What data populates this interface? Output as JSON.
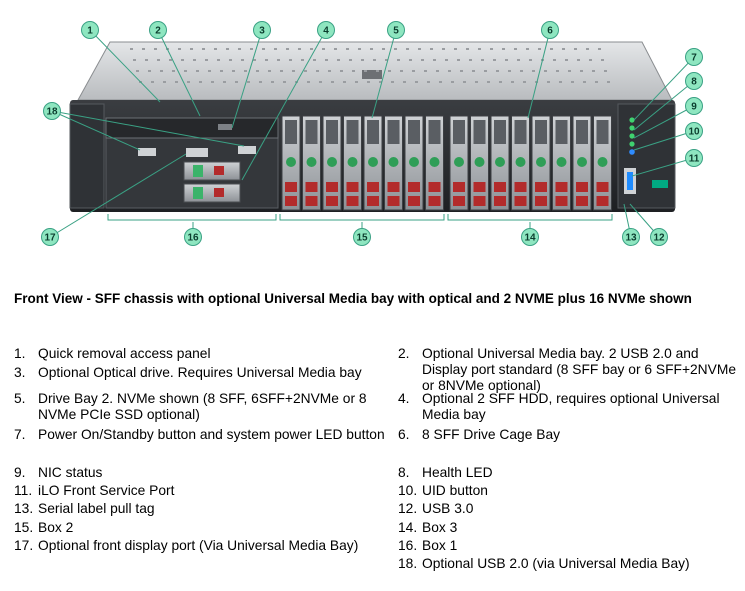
{
  "callouts": [
    "1",
    "2",
    "3",
    "4",
    "5",
    "6",
    "7",
    "8",
    "9",
    "10",
    "11",
    "12",
    "13",
    "14",
    "15",
    "16",
    "17",
    "18"
  ],
  "title": "Front View - SFF chassis with optional Universal Media bay with optical and 2 NVME plus 16 NVMe shown",
  "legend": [
    {
      "num": "1.",
      "text": "Quick removal access panel"
    },
    {
      "num": "2.",
      "text": "Optional Universal Media bay. 2 USB 2.0 and Display port standard (8 SFF bay or 6 SFF+2NVMe or 8NVMe optional)"
    },
    {
      "num": "3.",
      "text": "Optional Optical drive. Requires Universal Media bay"
    },
    {
      "num": "5.",
      "text": "Drive Bay 2. NVMe shown (8 SFF, 6SFF+2NVMe or 8 NVMe PCIe SSD optional)"
    },
    {
      "num": "4.",
      "text": "Optional 2 SFF HDD, requires optional Universal Media bay"
    },
    {
      "num": "7.",
      "text": "Power On/Standby button and system power LED button"
    },
    {
      "num": "6.",
      "text": "8 SFF Drive Cage Bay"
    },
    {
      "num": "9.",
      "text": "NIC status"
    },
    {
      "num": "8.",
      "text": "Health LED"
    },
    {
      "num": "11.",
      "text": "iLO Front Service Port"
    },
    {
      "num": "10.",
      "text": "UID button"
    },
    {
      "num": "13.",
      "text": "Serial label pull tag"
    },
    {
      "num": "12.",
      "text": "USB 3.0"
    },
    {
      "num": "15.",
      "text": "Box 2"
    },
    {
      "num": "14.",
      "text": "Box 3"
    },
    {
      "num": "17.",
      "text": "Optional front display port (Via Universal Media Bay)"
    },
    {
      "num": "16.",
      "text": "Box 1"
    },
    {
      "num": "18.",
      "text": "Optional USB 2.0 (via Universal Media Bay)"
    }
  ],
  "colors": {
    "callout_fill": "#8ee6c0",
    "callout_line": "#3aa184",
    "chassis": "#2b2d30"
  }
}
